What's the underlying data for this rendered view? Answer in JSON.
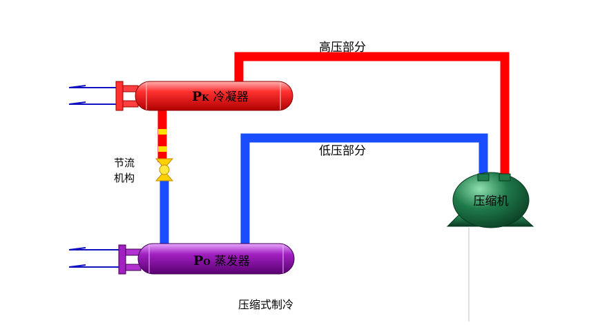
{
  "labels": {
    "high_pressure": "高压部分",
    "low_pressure": "低压部分",
    "throttle_line1": "节流",
    "throttle_line2": "机构",
    "condenser_symbol": "P",
    "condenser_subscript": "K",
    "condenser_name": "冷凝器",
    "evaporator_symbol": "P",
    "evaporator_subscript": "O",
    "evaporator_name": "蒸发器",
    "compressor_name": "压缩机",
    "caption": "压缩式制冷"
  },
  "colors": {
    "high_pressure_pipe": "#ff0000",
    "low_pressure_pipe": "#1a4dff",
    "condenser_body": "#ff2a2a",
    "evaporator_body": "#a020c0",
    "compressor_body": "#1f7a4a",
    "arrow": "#1010c0",
    "throttle_valve": "#ffd000"
  }
}
